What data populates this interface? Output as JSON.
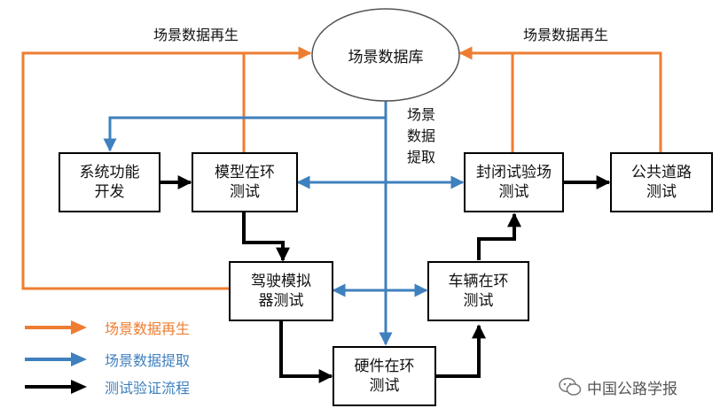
{
  "colors": {
    "regen": "#ee7d31",
    "extract": "#3f80be",
    "flow": "#000000"
  },
  "database": {
    "label": "场景数据库"
  },
  "nodes": {
    "system_dev": [
      "系统功能",
      "开发"
    ],
    "mil": [
      "模型在环",
      "测试"
    ],
    "closed_field": [
      "封闭试验场",
      "测试"
    ],
    "public_road": [
      "公共道路",
      "测试"
    ],
    "simulator": [
      "驾驶模拟",
      "器测试"
    ],
    "vil": [
      "车辆在环",
      "测试"
    ],
    "hil": [
      "硬件在环",
      "测试"
    ]
  },
  "labels": {
    "regen_left": "场景数据再生",
    "regen_right": "场景数据再生",
    "extract_vertical": [
      "场景",
      "数据",
      "提取"
    ]
  },
  "legend": [
    {
      "name": "regen",
      "text": "场景数据再生",
      "color": "#ee7d31",
      "icon": "orange-arrow"
    },
    {
      "name": "extract",
      "text": "场景数据提取",
      "color": "#3f80be",
      "icon": "blue-arrow"
    },
    {
      "name": "flow",
      "text": "测试验证流程",
      "color": "#000000",
      "icon": "black-arrow"
    }
  ],
  "watermark": {
    "text": "中国公路学报",
    "icon": "wechat-icon"
  }
}
